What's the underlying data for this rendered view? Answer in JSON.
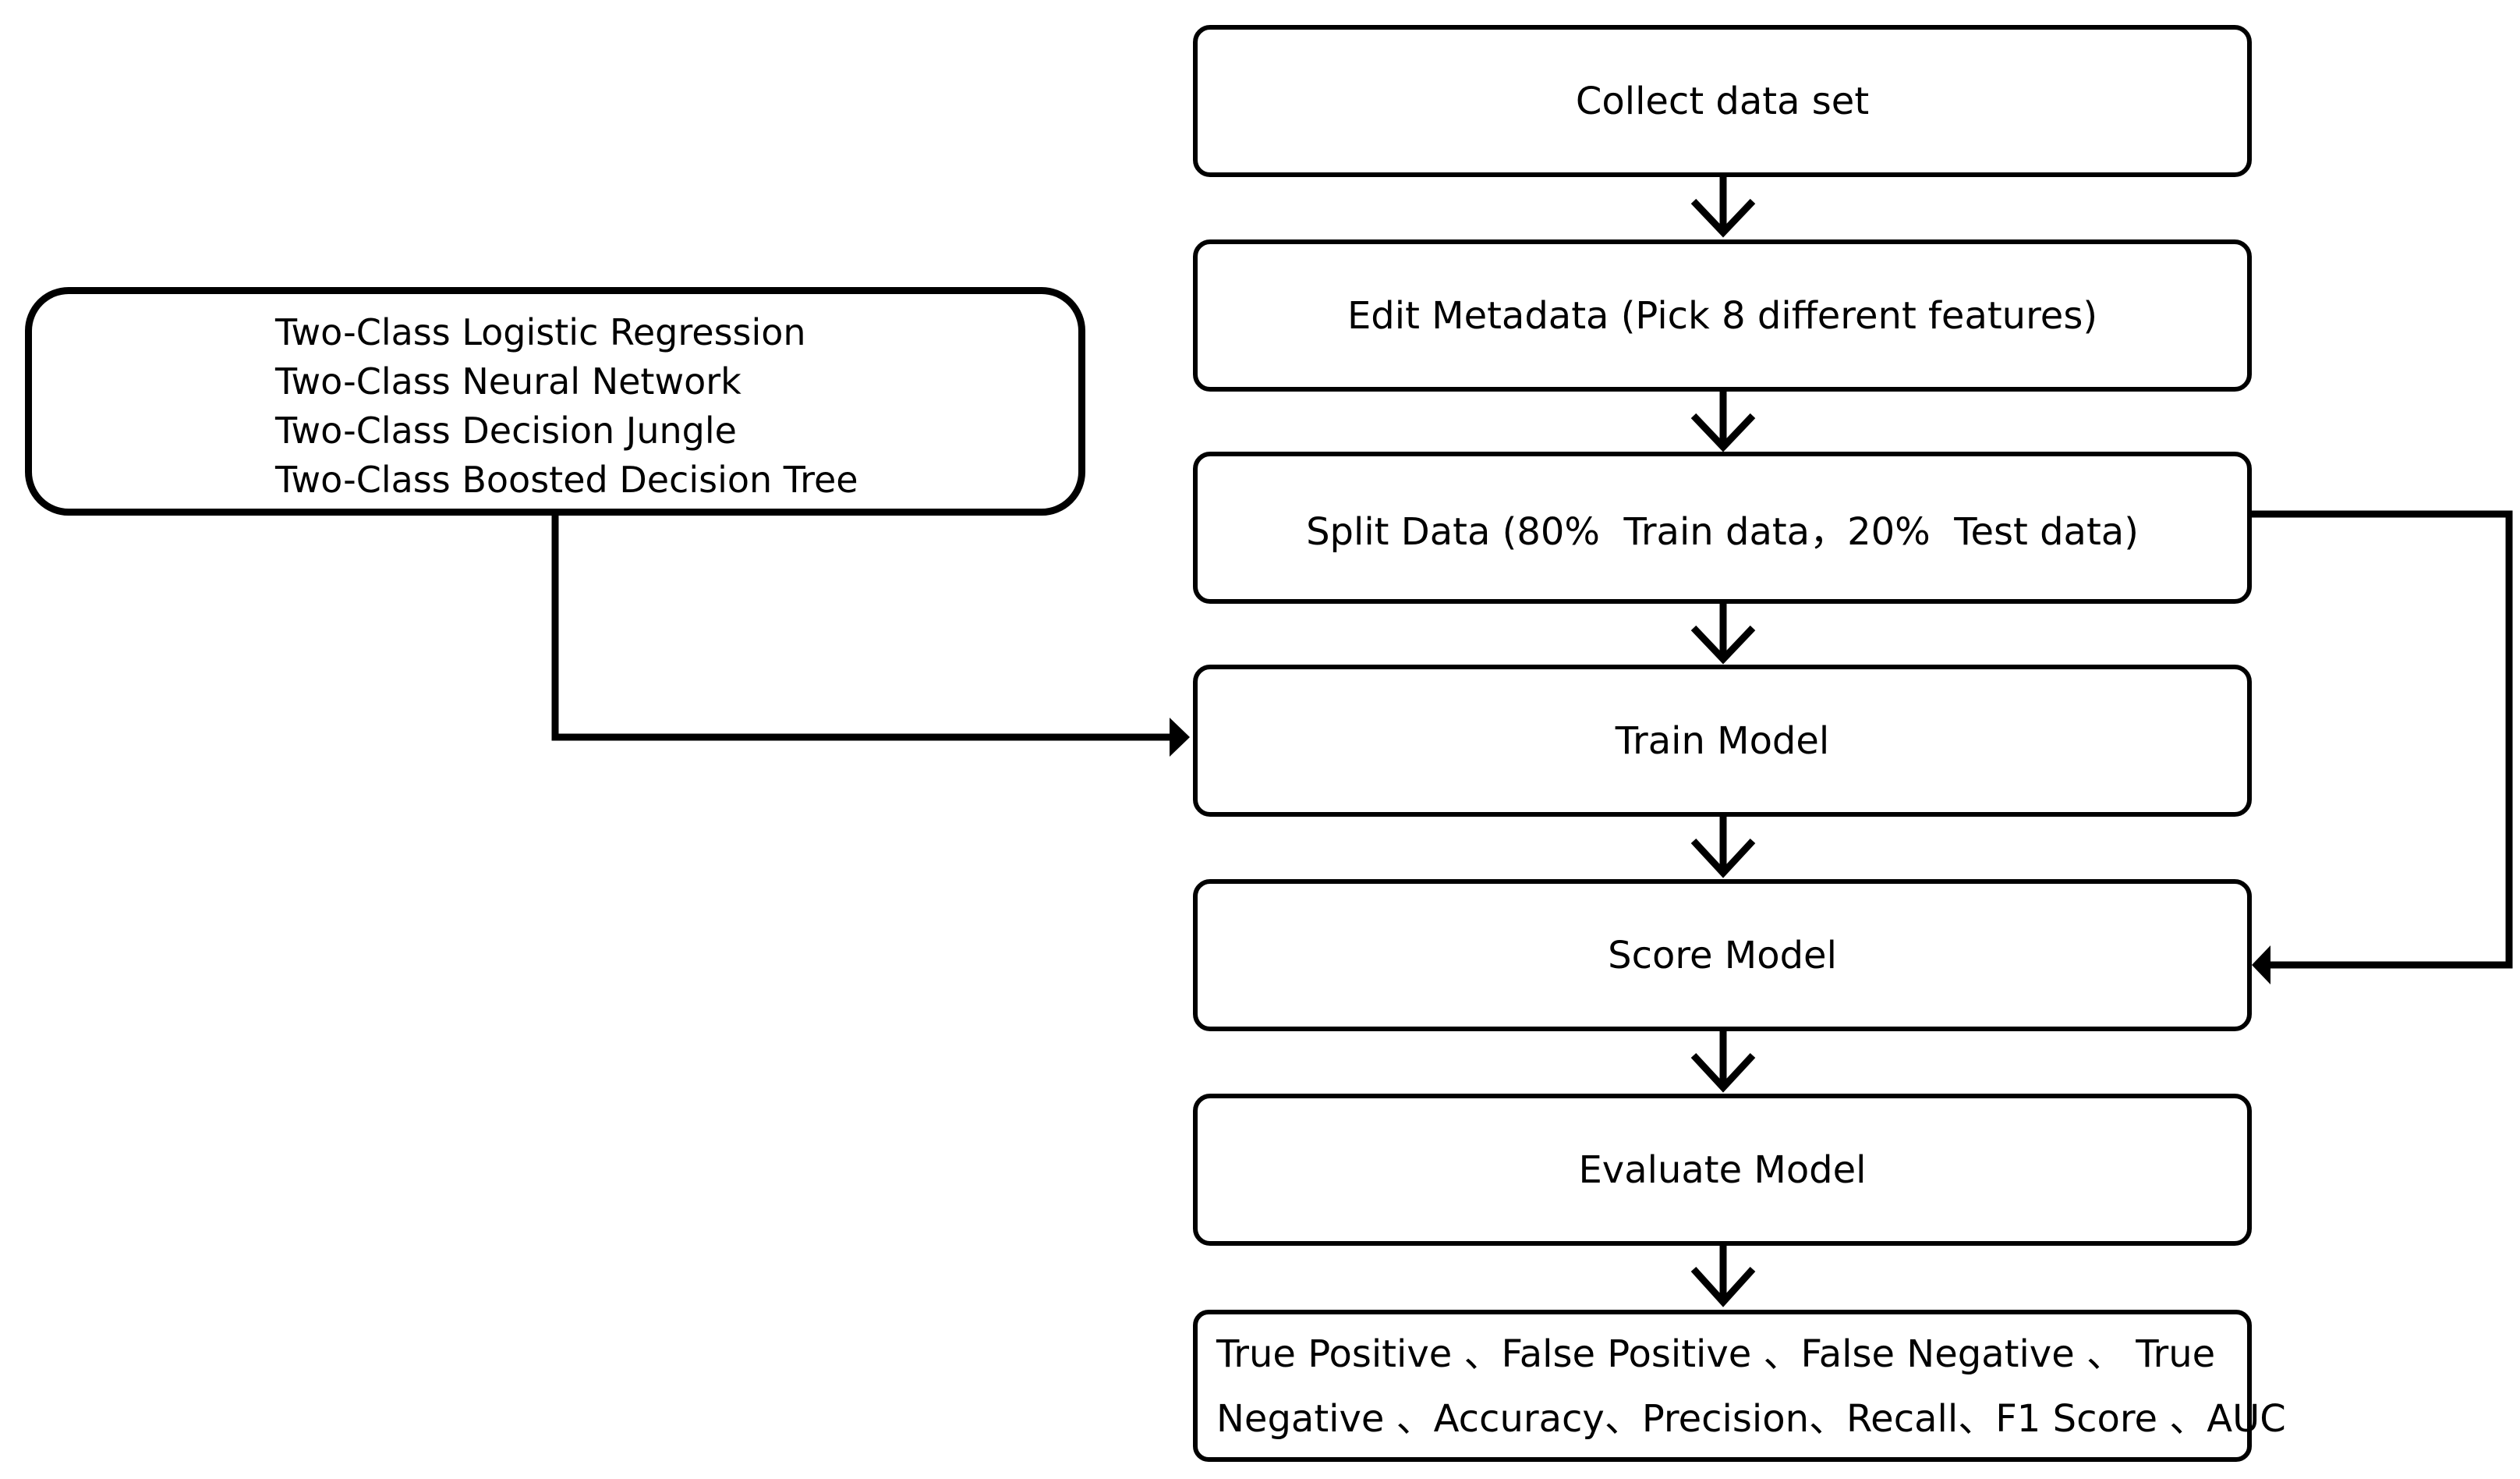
{
  "colors": {
    "stroke": "#000000",
    "fill": "#ffffff",
    "text": "#000000"
  },
  "steps": [
    {
      "id": "collect",
      "label": "Collect data set"
    },
    {
      "id": "edit-metadata",
      "label": "Edit Metadata (Pick 8 different features)"
    },
    {
      "id": "split-data",
      "label": "Split Data (80%  Train data，20%  Test data)"
    },
    {
      "id": "train-model",
      "label": "Train Model"
    },
    {
      "id": "score-model",
      "label": "Score Model"
    },
    {
      "id": "evaluate-model",
      "label": "Evaluate Model"
    }
  ],
  "models": [
    "Two-Class Logistic Regression",
    "Two-Class Neural Network",
    "Two-Class Decision Jungle",
    "Two-Class Boosted Decision Tree"
  ],
  "metrics": {
    "line1": "True Positive 、False Positive 、False Negative 、 True",
    "line2": "Negative 、Accuracy、Precision、Recall、F1 Score 、AUC"
  }
}
